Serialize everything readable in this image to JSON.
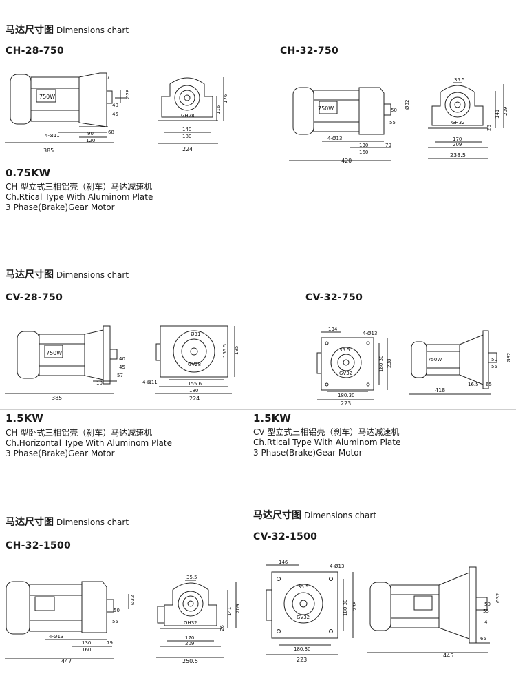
{
  "sections": [
    {
      "heading_cn": "马达尺寸图",
      "heading_en": "Dimensions chart",
      "models": [
        "CH-28-750",
        "CH-32-750"
      ],
      "power": "0.75KW",
      "desc": [
        "CH 型立式三相铝壳（刹车）马达减速机",
        "Ch.Rtical Type With Aluminom Plate",
        "3 Phase(Brake)Gear Motor"
      ]
    },
    {
      "heading_cn": "马达尺寸图",
      "heading_en": "Dimensions chart",
      "models": [
        "CV-28-750",
        "CV-32-750"
      ],
      "powers": [
        "1.5KW",
        "1.5KW"
      ],
      "desc_left": [
        "CH 型卧式三相铝壳（刹车）马达减速机",
        "Ch.Horizontal Type With Aluminom Plate",
        "3 Phase(Brake)Gear Motor"
      ],
      "desc_right": [
        "CV 型立式三相铝壳（刹车）马达减速机",
        "Ch.Rtical Type With Aluminom Plate",
        "3 Phase(Brake)Gear Motor"
      ]
    },
    {
      "left": {
        "heading_cn": "马达尺寸图",
        "heading_en": "Dimensions chart",
        "model": "CH-32-1500"
      },
      "right": {
        "heading_cn": "马达尺寸图",
        "heading_en": "Dimensions chart",
        "model": "CV-32-1500"
      }
    }
  ],
  "drawings": {
    "ch28": {
      "plate": "750W",
      "dims": [
        "7",
        "Ø28",
        "40",
        "45",
        "4-⊠11",
        "90",
        "68",
        "120",
        "385"
      ],
      "end": [
        "176",
        "116",
        "GH28",
        "140",
        "180",
        "224"
      ]
    },
    "ch32": {
      "plate": "750W",
      "dims": [
        "Ø32",
        "50",
        "55",
        "4-Ø13",
        "130",
        "79",
        "160",
        "420"
      ],
      "end": [
        "35.5",
        "141",
        "209",
        "26",
        "GH32",
        "170",
        "209",
        "238.5"
      ]
    },
    "cv28": {
      "plate": "750W",
      "dims": [
        "40",
        "45",
        "10",
        "57",
        "385"
      ],
      "end": [
        "Ø31",
        "155.5",
        "195",
        "GV28",
        "4-⊠11",
        "155.6",
        "180",
        "224"
      ]
    },
    "cv32": {
      "plate": "750W",
      "dims": [
        "134",
        "4-Ø13",
        "35.5",
        "180.30",
        "238",
        "GV32",
        "180.30",
        "223"
      ],
      "side": [
        "Ø32",
        "50",
        "55",
        "16.5",
        "65",
        "418"
      ]
    },
    "ch321500": {
      "dims": [
        "Ø32",
        "50",
        "55",
        "4-Ø13",
        "130",
        "79",
        "160",
        "447"
      ],
      "end": [
        "35.5",
        "141",
        "209",
        "26",
        "GH32",
        "170",
        "209",
        "250.5"
      ]
    },
    "cv321500": {
      "dims": [
        "146",
        "4-Ø13",
        "35.5",
        "180.30",
        "238",
        "GV32",
        "180.30",
        "223"
      ],
      "side": [
        "Ø32",
        "50",
        "55",
        "4",
        "65",
        "445"
      ]
    }
  },
  "colors": {
    "line": "#222222",
    "text": "#111111",
    "divider": "#cfcfcf"
  }
}
